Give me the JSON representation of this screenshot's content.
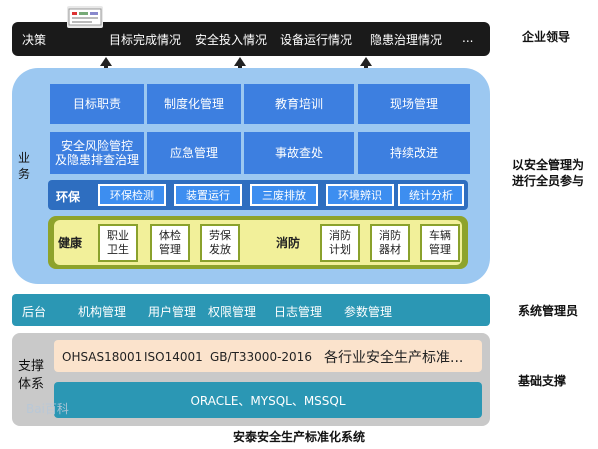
{
  "top": {
    "left_label": "决策",
    "items": [
      "目标完成情况",
      "安全投入情况",
      "设备运行情况",
      "隐患治理情况",
      "..."
    ],
    "right_label": "企业领导"
  },
  "business": {
    "side_label": "业\n务",
    "row1": [
      "目标职责",
      "制度化管理",
      "教育培训",
      "现场管理"
    ],
    "row2": [
      "安全风险管控\n及隐患排查治理",
      "应急管理",
      "事故查处",
      "持续改进"
    ],
    "env_label": "环保",
    "env_items": [
      "环保检测",
      "装置运行",
      "三废排放",
      "环境辨识",
      "统计分析"
    ],
    "health_label": "健康",
    "health_items": [
      "职业\n卫生",
      "体检\n管理",
      "劳保\n发放"
    ],
    "fire_label": "消防",
    "fire_items": [
      "消防\n计划",
      "消防\n器材",
      "车辆\n管理"
    ],
    "right_label_line1": "以安全管理为​",
    "right_label_line2": "进行全员参与"
  },
  "backend": {
    "label": "后台",
    "items": [
      "机构管理",
      "用户管理",
      "权限管理",
      "日志管理",
      "参数管理"
    ],
    "right_label": "系统管理员"
  },
  "support": {
    "side_label": "支撑\n体系",
    "standards": [
      "OHSAS18001",
      "ISO14001",
      "GB/T33000-2016",
      "各行业安全生产标准..."
    ],
    "db": "ORACLE、MYSQL、MSSQL",
    "right_label": "基础支撑"
  },
  "caption": "安泰安全生产标准化系统",
  "watermark": "Bai百科"
}
